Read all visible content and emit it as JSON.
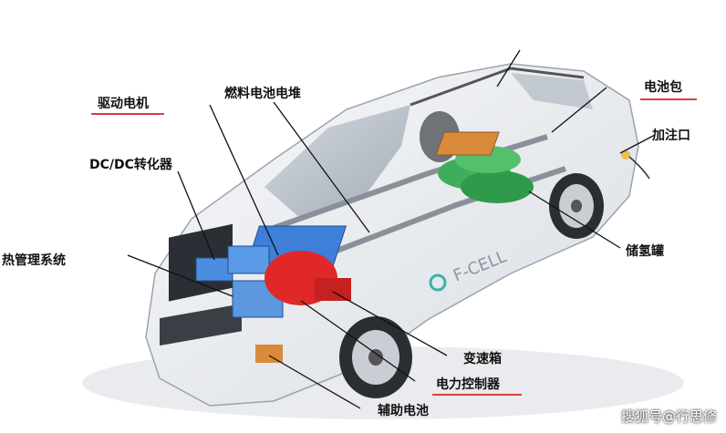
{
  "labels": {
    "drive_motor": "驱动电机",
    "fuel_cell_stack": "燃料电池电堆",
    "battery_pack": "电池包",
    "filling_port": "加注口",
    "dcdc_converter": "DC/DC转化器",
    "thermal_system": "热管理系统",
    "hydrogen_tank": "储氢罐",
    "gearbox": "变速箱",
    "power_controller": "电力控制器",
    "aux_battery": "辅助电池"
  },
  "car_badge": "F-CELL",
  "watermark": "搜狐号@行思修",
  "colors": {
    "underline": "#e23b3b",
    "fuel_cell_blue": "#3d7fd9",
    "motor_red": "#e02828",
    "tank_green": "#3fae5a",
    "battery_orange": "#d98a3a"
  }
}
